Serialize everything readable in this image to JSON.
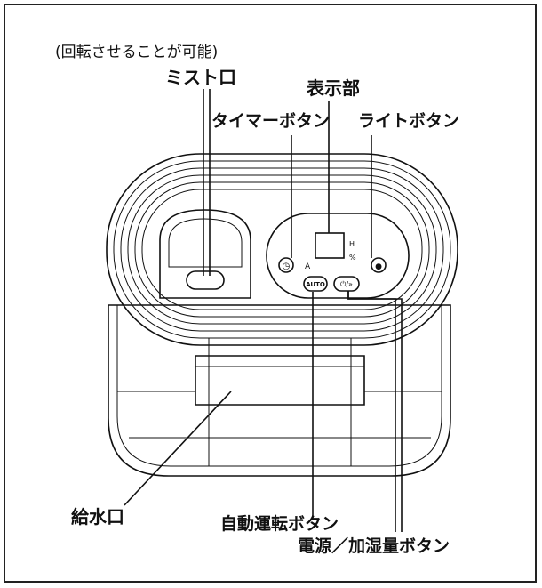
{
  "labels": {
    "rotate_note": "(回転させることが可能)",
    "mist": "ミスト口",
    "display": "表示部",
    "timer": "タイマーボタン",
    "light": "ライトボタン",
    "water": "給水口",
    "auto": "自動運転ボタン",
    "power": "電源／加湿量ボタン"
  },
  "panel": {
    "auto_btn": "AUTO",
    "indicator_a": "A",
    "indicator_h": "H",
    "indicator_pct": "%"
  }
}
